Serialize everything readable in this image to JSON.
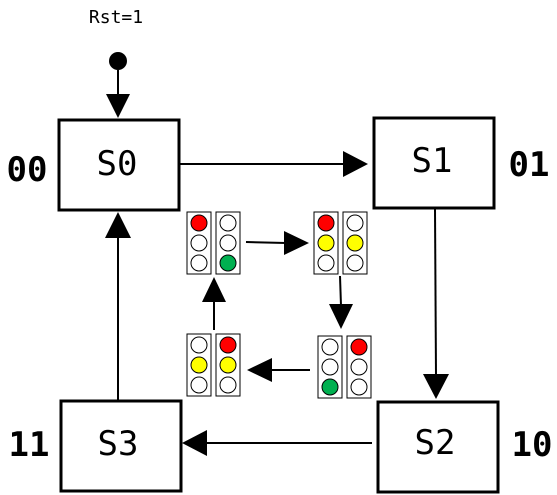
{
  "reset_label": "Rst=1",
  "states": {
    "s0": {
      "name": "S0",
      "code": "00"
    },
    "s1": {
      "name": "S1",
      "code": "01"
    },
    "s2": {
      "name": "S2",
      "code": "10"
    },
    "s3": {
      "name": "S3",
      "code": "11"
    }
  },
  "colors": {
    "red": "#ff0000",
    "yellow": "#ffff00",
    "green": "#00b050",
    "off": "#ffffff",
    "stroke": "#000000"
  },
  "light_pairs": [
    {
      "id": "pair-s0",
      "left": [
        "red",
        "off",
        "off"
      ],
      "right": [
        "off",
        "off",
        "green"
      ]
    },
    {
      "id": "pair-s1",
      "left": [
        "red",
        "yellow",
        "off"
      ],
      "right": [
        "off",
        "yellow",
        "off"
      ]
    },
    {
      "id": "pair-s2",
      "left": [
        "off",
        "off",
        "green"
      ],
      "right": [
        "red",
        "off",
        "off"
      ]
    },
    {
      "id": "pair-s3",
      "left": [
        "off",
        "yellow",
        "off"
      ],
      "right": [
        "red",
        "yellow",
        "off"
      ]
    }
  ]
}
